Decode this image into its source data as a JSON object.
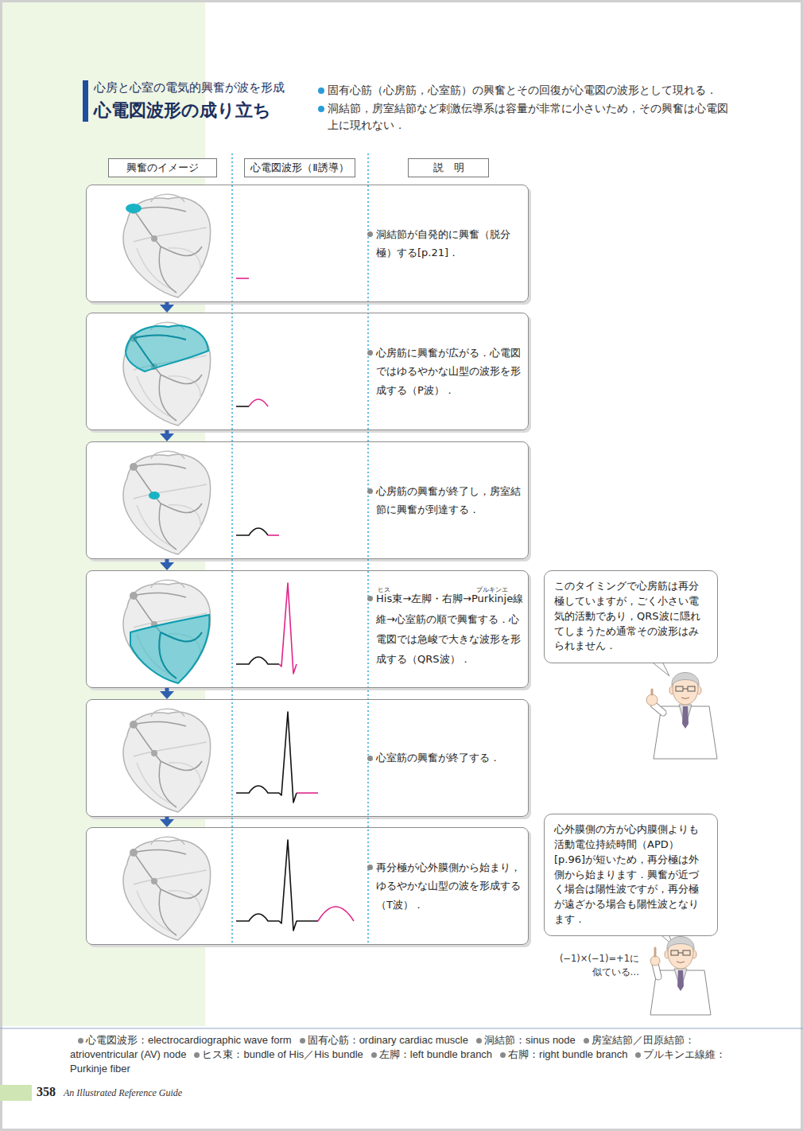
{
  "diagram": {
    "title": "心電図波形の成り立ち",
    "nodes": [
      {
        "text": [
          "興奮のイメージ"
        ]
      },
      {
        "text": [
          "心電図波形（Ⅱ誘導）"
        ]
      },
      {
        "text": [
          "説　明"
        ]
      },
      {
        "text": [
          "洞結節が自発的に興奮（脱分極）する[p.21]．"
        ]
      },
      {
        "text": [
          "心房筋に興奮が広がる．心電図ではゆるやかな山型の波形を形成する（P波）．"
        ]
      },
      {
        "text": [
          "心房筋の興奮が終了し，房室結節に興奮が到達する．"
        ]
      },
      {
        "text": [
          "His束→左脚・右脚→Purkinje線維→心室筋の順で興奮する．心電図では急峻で大きな波形を形成する（QRS波）．"
        ]
      },
      {
        "text": [
          "このタイミングで心房筋は再分極していますが，ごく小さい電気的活動であり，QRS波に隠れてしまうため通常その波形はみられません．"
        ]
      },
      {
        "text": [
          "心室筋の興奮が終了する．"
        ]
      },
      {
        "text": [
          "再分極が心外膜側から始まり，ゆるやかな山型の波を形成する（T波）．"
        ]
      },
      {
        "text": [
          "心外膜側の方が心内膜側よりも活動電位持続時間（APD）[p.96]が短いため，再分極は外側から始まります．興奮が近づく場合は陽性波ですが，再分極が遠ざかる場合も陽性波となります．"
        ]
      }
    ],
    "edges": [
      {
        "from": 3,
        "to": 4,
        "arrow": "to"
      },
      {
        "from": 4,
        "to": 5,
        "arrow": "to"
      },
      {
        "from": 5,
        "to": 6,
        "arrow": "to"
      },
      {
        "from": 6,
        "to": 8,
        "arrow": "to"
      },
      {
        "from": 8,
        "to": 9,
        "arrow": "to"
      }
    ],
    "labels": [
      "心房と心室の電気的興奮が波を形成",
      "固有心筋（心房筋，心室筋）の興奮とその回復が心電図の波形として現れる．",
      "洞結節，房室結節など刺激伝導系は容量が非常に小さいため，その興奮は心電図上に現れない．",
      "ヒス",
      "プルキンエ",
      "(−1)×(−1)=+1に似ている…",
      "心電図波形：electrocardiographic wave form",
      "固有心筋：ordinary cardiac muscle",
      "洞結節：sinus node",
      "房室結節／田原結節：atrioventricular (AV) node",
      "ヒス束：bundle of His／His bundle",
      "左脚：left bundle branch",
      "右脚：right bundle branch",
      "プルキンエ線維：Purkinje fiber",
      "358",
      "An Illustrated Reference Guide"
    ]
  }
}
